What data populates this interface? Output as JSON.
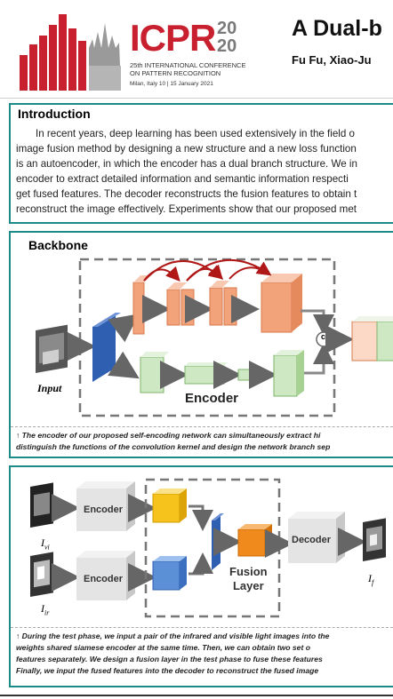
{
  "header": {
    "logo_text": "ICPR",
    "logo_year_top": "20",
    "logo_year_bottom": "20",
    "conference_line1": "25th INTERNATIONAL CONFERENCE",
    "conference_line2": "ON PATTERN RECOGNITION",
    "conference_line3": "Milan, Italy 10 | 15 January 2021",
    "title": "A Dual-b",
    "authors": "Fu Fu,  Xiao-Ju"
  },
  "introduction": {
    "heading": "Introduction",
    "lines": [
      "In recent years, deep learning has been used extensively in the field o",
      "image fusion method by designing a new structure and a new loss function",
      "is an autoencoder, in which the encoder has a dual branch structure. We in",
      "encoder to extract detailed information and semantic information respecti",
      "get fused features. The decoder reconstructs the fusion features to obtain t",
      "reconstruct the image effectively. Experiments show that our proposed met"
    ]
  },
  "backbone": {
    "heading": "Backbone",
    "input_label": "Input",
    "encoder_label": "Encoder",
    "concat_symbol": "c",
    "caption_line1": "↑ The encoder of our proposed self-encoding network can simultaneously extract hi",
    "caption_line2": "distinguish the functions of the convolution kernel and design the network branch sep"
  },
  "test_phase": {
    "encoder_top_label": "Encoder",
    "encoder_bottom_label": "Encoder",
    "fusion_label_line1": "Fusion",
    "fusion_label_line2": "Layer",
    "decoder_label": "Decoder",
    "input_vi_label": "I",
    "input_vi_sub": "vi",
    "input_ir_label": "I",
    "input_ir_sub": "ir",
    "output_label": "I",
    "output_sub": "f",
    "caption_lines": [
      "↑ During the test phase, we input a pair of the infrared and visible light images into the",
      "weights shared siamese encoder at the same time. Then, we can obtain two set o",
      "features separately. We design a fusion layer in the test phase to fuse these features",
      "Finally, we input the fused features into the decoder to reconstruct the fused image"
    ]
  }
}
